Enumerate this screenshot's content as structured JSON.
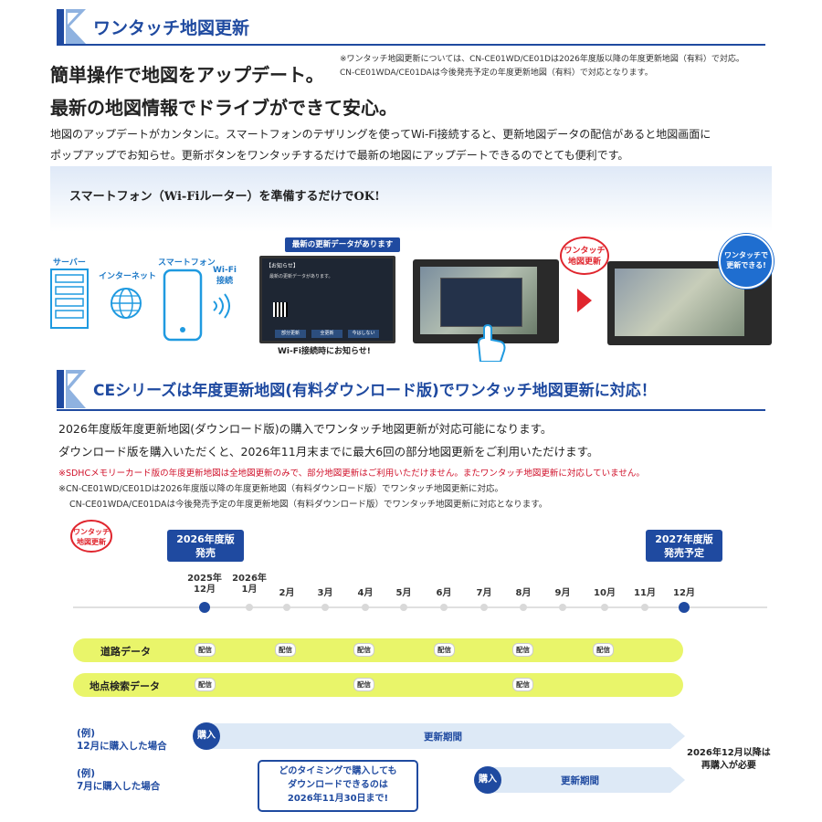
{
  "section1": {
    "title": "ワンタッチ地図更新"
  },
  "header_note": {
    "line1": "※ワンタッチ地図更新については、CN-CE01WD/CE01Dは2026年度版以降の年度更新地図（有料）で対応。",
    "line2": "CN-CE01WDA/CE01DAは今後発売予定の年度更新地図（有料）で対応となります。"
  },
  "headline": {
    "line1": "簡単操作で地図をアップデート。",
    "line2": "最新の地図情報でドライブができて安心。"
  },
  "intro": {
    "line1": "地図のアップデートがカンタンに。スマートフォンのテザリングを使ってWi-Fi接続すると、更新地図データの配信があると地図画面に",
    "line2": "ポップアップでお知らせ。更新ボタンをワンタッチするだけで最新の地図にアップデートできるのでとても便利です。"
  },
  "band": {
    "text": "スマートフォン（Wi-Fiルーター）を準備するだけでOK!"
  },
  "diagram": {
    "server": "サーバー",
    "internet": "インターネット",
    "smartphone": "スマートフォン",
    "wifi": "Wi-Fi\n接続",
    "popup_title": "最新の更新データがあります",
    "popup_caption": "Wi-Fi接続時にお知らせ!",
    "popup_header": "【お知らせ】",
    "popup_row1": "最新の更新データがあります。",
    "popup_btn1": "部分更新",
    "popup_btn2": "全更新",
    "popup_btn3": "今はしない",
    "badge": "ワンタッチ\n地図更新",
    "done_bubble": "ワンタッチで\n更新できる!"
  },
  "section2": {
    "title": "CEシリーズは年度更新地図(有料ダウンロード版)でワンタッチ地図更新に対応！"
  },
  "section2_body": {
    "line1": "2026年度版年度更新地図(ダウンロード版)の購入でワンタッチ地図更新が対応可能になります。",
    "line2": "ダウンロード版を購入いただくと、2026年11月末までに最大6回の部分地図更新をご利用いただけます。",
    "note_red": "※SDHCメモリーカード版の年度更新地図は全地図更新のみで、部分地図更新はご利用いただけません。またワンタッチ地図更新に対応していません。",
    "note2": "※CN-CE01WD/CE01Dは2026年度版以降の年度更新地図（有料ダウンロード版）でワンタッチ地図更新に対応。",
    "note3": "CN-CE01WDA/CE01DAは今後発売予定の年度更新地図（有料ダウンロード版）でワンタッチ地図更新に対応となります。"
  },
  "timeline": {
    "badge": "ワンタッチ\n地図更新",
    "release_2026": "2026年度版\n発売",
    "release_2027": "2027年度版\n発売予定",
    "months": [
      "2025年\n12月",
      "2026年\n1月",
      "2月",
      "3月",
      "4月",
      "5月",
      "6月",
      "7月",
      "8月",
      "9月",
      "10月",
      "11月",
      "12月"
    ],
    "road_label": "道路データ",
    "poi_label": "地点検索データ",
    "delivery": "配信",
    "example1": "(例)\n12月に購入した場合",
    "example2": "(例)\n7月に購入した場合",
    "purchase": "購入",
    "period": "更新期間",
    "repurchase": "2026年12月以降は\n再購入が必要",
    "callout": "どのタイミングで購入しても\nダウンロードできるのは\n2026年11月30日まで!"
  },
  "colors": {
    "brand_blue": "#1f4aa0",
    "pill_yellow": "#e9f56a",
    "note_red": "#d0122b",
    "badge_red": "#e0262e"
  }
}
